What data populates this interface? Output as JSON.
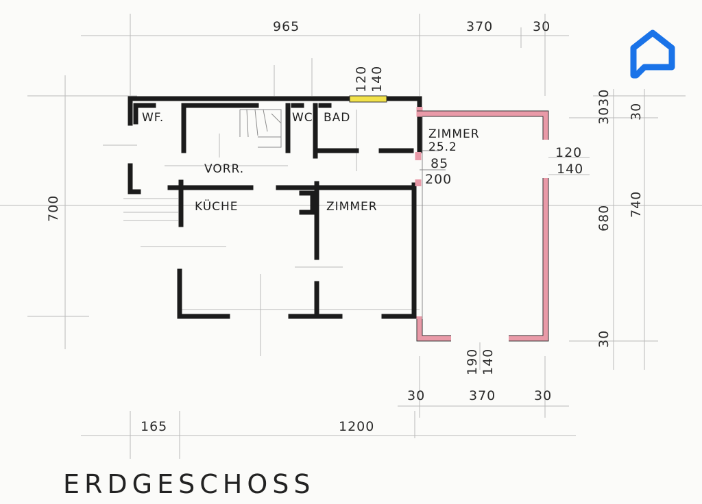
{
  "brand": {
    "logo_icon": "house-logo-icon",
    "color": "#1a73e8"
  },
  "plan": {
    "title": "ERDGESCHOSS",
    "colors": {
      "new_wall": "#e99aa8",
      "window_highlight": "#f2e24a",
      "wall": "#1b1b1b"
    },
    "rooms": {
      "wf": "WF.",
      "wc": "WC",
      "bad": "BAD",
      "vorr": "VORR.",
      "kueche": "KÜCHE",
      "zimmer_small": "ZIMMER",
      "zimmer_large": "ZIMMER",
      "zimmer_area": "25.2"
    },
    "dimensions": {
      "top_965": "965",
      "top_370": "370",
      "top_30": "30",
      "window_120": "120",
      "window_140": "140",
      "left_700": "700",
      "right_3030": "3030",
      "right_30_top": "30",
      "right_120": "120",
      "right_140": "140",
      "right_680": "680",
      "right_740": "740",
      "right_30_bottom": "30",
      "inner_85": "85",
      "inner_200": "200",
      "bottom_190": "190",
      "bottom_140": "140",
      "bottom_30_left": "30",
      "bottom_370": "370",
      "bottom_30_right": "30",
      "base_165": "165",
      "base_1200": "1200"
    }
  }
}
